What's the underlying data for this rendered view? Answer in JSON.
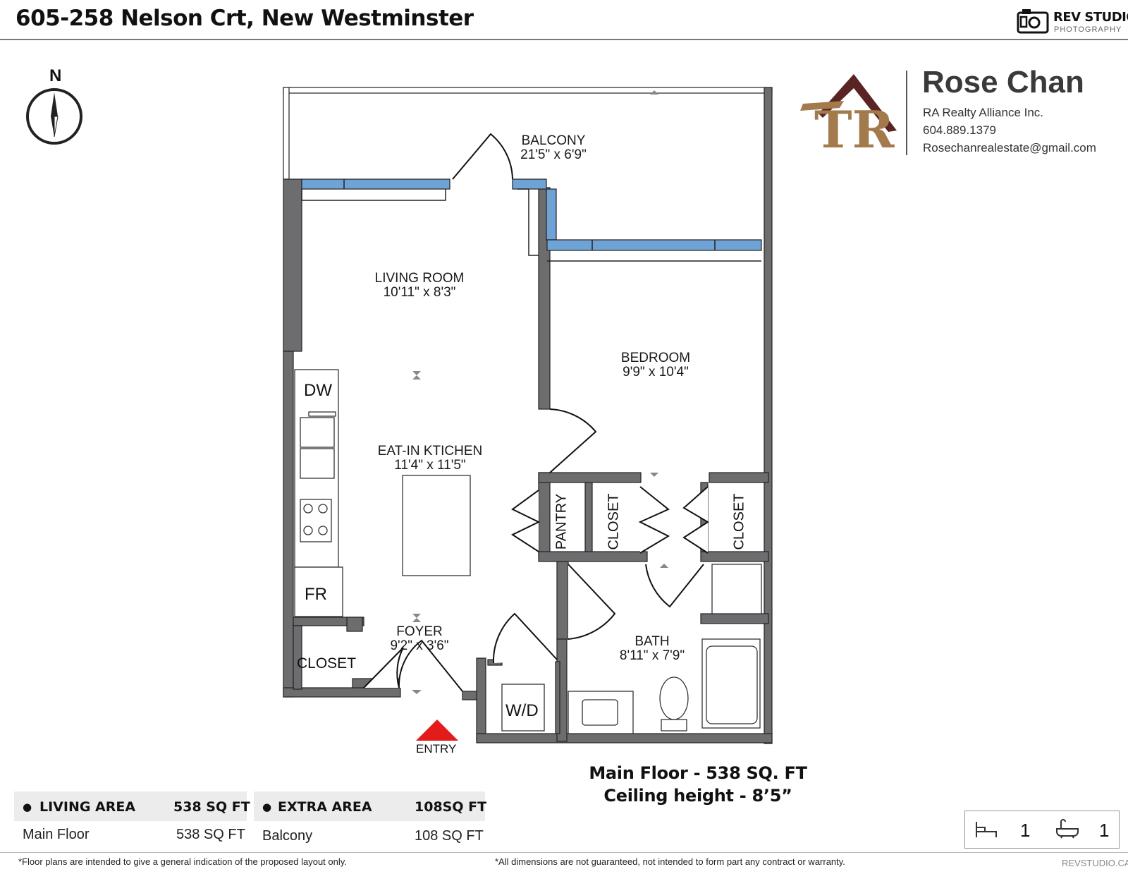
{
  "header": {
    "title": "605-258 Nelson Crt, New Westminster",
    "brand_name": "REV STUDIO",
    "brand_sub": "PHOTOGRAPHY"
  },
  "compass": {
    "label": "N"
  },
  "agent": {
    "logo_letters": "TR",
    "name": "Rose Chan",
    "company": "RA Realty Alliance Inc.",
    "phone": "604.889.1379",
    "email": "Rosechanrealestate@gmail.com",
    "logo_colors": {
      "roof": "#5b2424",
      "letters": "#a27a4c"
    }
  },
  "rooms": {
    "balcony": {
      "name": "BALCONY",
      "dims": "21'5\" x 6'9\""
    },
    "living": {
      "name": "LIVING ROOM",
      "dims": "10'11\" x 8'3\""
    },
    "bedroom": {
      "name": "BEDROOM",
      "dims": "9'9\" x 10'4\""
    },
    "kitchen": {
      "name": "EAT-IN KTICHEN",
      "dims": "11'4\" x 11'5\""
    },
    "foyer": {
      "name": "FOYER",
      "dims": "9'2\" x 3'6\""
    },
    "bath": {
      "name": "BATH",
      "dims": "8'11\" x 7'9\""
    }
  },
  "fixtures": {
    "dw": "DW",
    "fr": "FR",
    "wd": "W/D",
    "closet": "CLOSET",
    "pantry": "PANTRY",
    "entry": "ENTRY"
  },
  "summary": {
    "main_floor": "Main Floor - 538 SQ. FT",
    "ceiling": "Ceiling height - 8’5”"
  },
  "areas": {
    "living": {
      "heading": "LIVING AREA",
      "total": "538 SQ FT",
      "row_label": "Main Floor",
      "row_value": "538 SQ FT"
    },
    "extra": {
      "heading": "EXTRA AREA",
      "total": "108SQ FT",
      "row_label": "Balcony",
      "row_value": "108 SQ FT"
    }
  },
  "counts": {
    "bedrooms": "1",
    "bathrooms": "1"
  },
  "footer": {
    "left_note": "*Floor plans are intended to give a general indication of the proposed layout only.",
    "right_note": "*All dimensions are not guaranteed, not intended to form part any contract or warranty.",
    "site": "REVSTUDIO.CA"
  },
  "colors": {
    "wall": "#6d6d70",
    "window": "#6fa3d6",
    "entry_marker": "#e31b1b"
  }
}
